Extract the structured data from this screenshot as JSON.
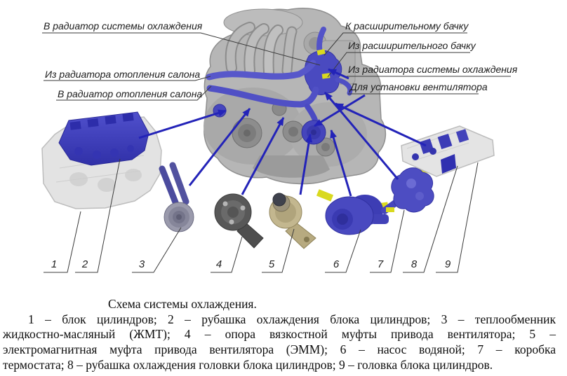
{
  "callouts": {
    "left": [
      "В радиатор системы охлаждения",
      "Из радиатора отопления салона",
      "В радиатор отопления салона"
    ],
    "right": [
      "К расширительному бачку",
      "Из расширительного бачку",
      "Из радиатора системы охлаждения",
      "Для установки вентилятора"
    ]
  },
  "part_numbers": [
    "1",
    "2",
    "3",
    "4",
    "5",
    "6",
    "7",
    "8",
    "9"
  ],
  "caption": {
    "title": "Схема системы охлаждения.",
    "lines": [
      "1 – блок цилиндров; 2 – рубашка охлаждения блока цилиндров; 3 – теплообменник",
      "жидкостно-масляный (ЖМТ); 4 – опора вязкостной муфты привода вентилятора; 5 –",
      "электромагнитная муфта привода вентилятора (ЭММ); 6 – насос водяной; 7 – коробка",
      "термостата; 8 – рубашка охлаждения головки блока цилиндров; 9 – головка блока цилиндров."
    ]
  },
  "colors": {
    "arrow_blue": "#2323b8",
    "part_blue": "#4646bd",
    "accent_yellow": "#d9d91f",
    "engine_gray": "#b4b4b4",
    "text": "#111111"
  }
}
